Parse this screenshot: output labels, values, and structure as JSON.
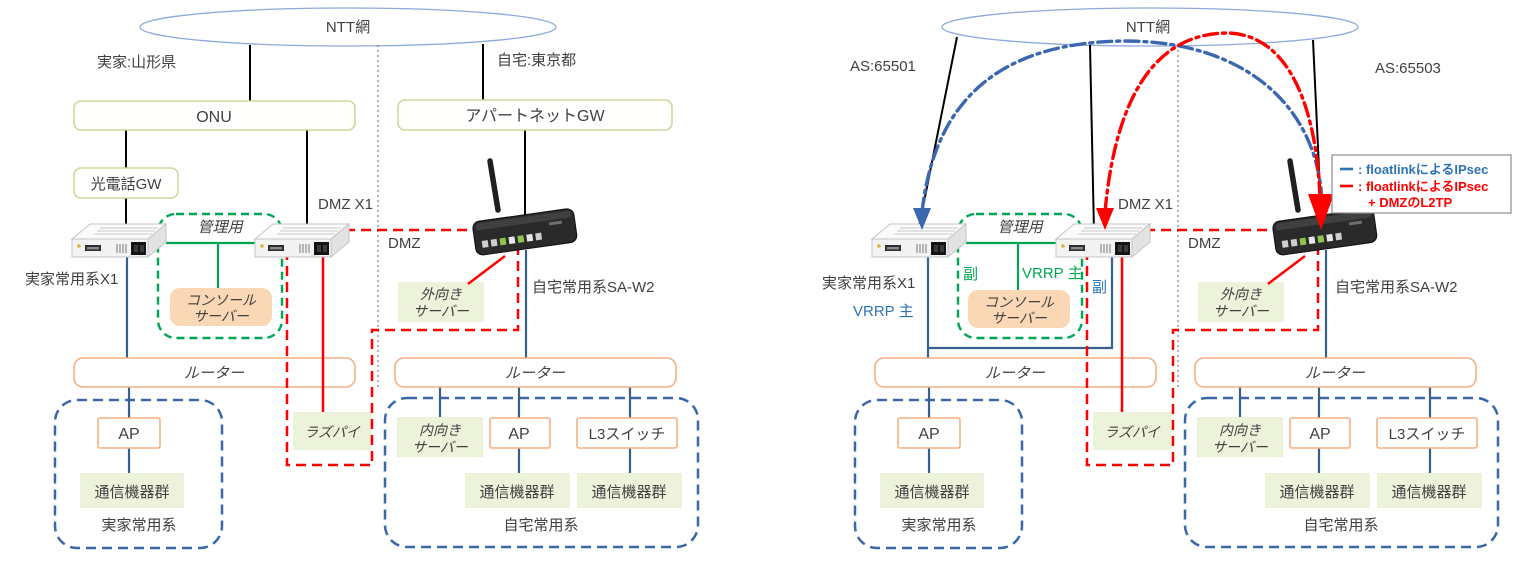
{
  "left": {
    "cloud": "NTT網",
    "site_home": "実家:山形県",
    "site_tokyo": "自宅:東京都",
    "onu": "ONU",
    "hikari_gw": "光電話GW",
    "apart_gw": "アパートネットGW",
    "dmz_x1": "DMZ X1",
    "dmz": "DMZ",
    "mgmt": "管理用",
    "console1": "コンソール",
    "console2": "サーバー",
    "router_x1_label": "実家常用系X1",
    "saw2_label": "自宅常用系SA-W2",
    "router_bar_home": "ルーター",
    "router_bar_tokyo": "ルーター",
    "ap_home": "AP",
    "ap_tokyo": "AP",
    "l3_switch": "L3スイッチ",
    "outward1": "外向き",
    "outward2": "サーバー",
    "inward1": "内向き",
    "inward2": "サーバー",
    "devices_home": "通信機器群",
    "devices_ap": "通信機器群",
    "devices_l3": "通信機器群",
    "raspi": "ラズパイ",
    "group_home": "実家常用系",
    "group_tokyo": "自宅常用系"
  },
  "right": {
    "cloud": "NTT網",
    "as_home": "AS:65501",
    "as_tokyo": "AS:65503",
    "dmz_x1": "DMZ X1",
    "dmz": "DMZ",
    "mgmt": "管理用",
    "console1": "コンソール",
    "console2": "サーバー",
    "router_x1_label": "実家常用系X1",
    "vrrp_master_main": "VRRP 主",
    "vrrp_backup_mgmt": "副",
    "vrrp_master_mgmt": "VRRP 主",
    "vrrp_backup_main": "副",
    "saw2_label": "自宅常用系SA-W2",
    "router_bar_home": "ルーター",
    "router_bar_tokyo": "ルーター",
    "ap_home": "AP",
    "ap_tokyo": "AP",
    "l3_switch": "L3スイッチ",
    "outward1": "外向き",
    "outward2": "サーバー",
    "inward1": "内向き",
    "inward2": "サーバー",
    "devices_home": "通信機器群",
    "devices_ap": "通信機器群",
    "devices_l3": "通信機器群",
    "raspi": "ラズパイ",
    "group_home": "実家常用系",
    "group_tokyo": "自宅常用系",
    "legend": {
      "ipsec_blue": ": floatlinkによるIPsec",
      "ipsec_red": ": floatlinkによるIPsec",
      "l2tp_red": "+ DMZのL2TP"
    }
  },
  "colors": {
    "line_black": "#000000",
    "line_blue": "#36618e",
    "group_box_blue": "#3a67a8",
    "mgmt_green": "#00a651",
    "red": "#ff0000",
    "router_bar_border": "#f4b183",
    "pale_green_fill": "#edf2db",
    "pale_green_border": "#c9da9c",
    "console_peach": "#fad7b5",
    "cloud_border": "#8eaadb",
    "text": "#404040",
    "vrrp_blue": "#2e74b5",
    "arc_blue": "#3a67b0"
  }
}
